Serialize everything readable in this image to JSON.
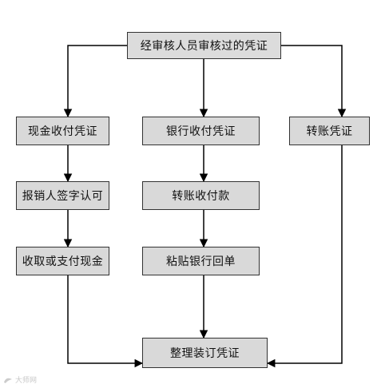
{
  "nodes": {
    "top": "经审核人员审核过的凭证",
    "cash_voucher": "现金收付凭证",
    "bank_voucher": "银行收付凭证",
    "transfer_voucher": "转账凭证",
    "reimburse_sign": "报销人签字认可",
    "transfer_payment": "转账收付款",
    "collect_pay_cash": "收取或支付现金",
    "paste_receipt": "粘贴银行回单",
    "arrange_bind": "整理装订凭证"
  },
  "watermark": "大师网"
}
